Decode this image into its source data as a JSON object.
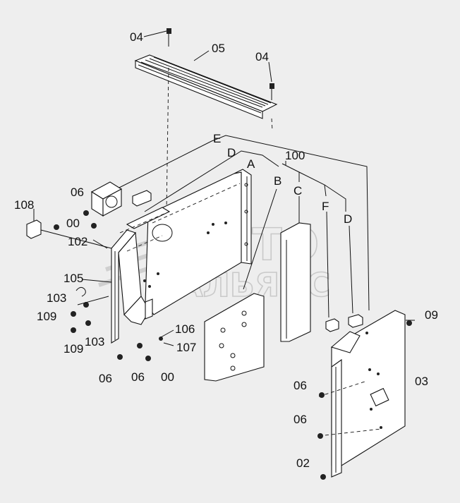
{
  "watermark": {
    "line1": "АВТО",
    "line2": "АЛЬЯНС"
  },
  "labels": {
    "p04a": "04",
    "p05": "05",
    "p04b": "04",
    "pE": "E",
    "pD1": "D",
    "p100": "100",
    "pA": "A",
    "pB": "B",
    "pC": "C",
    "pF": "F",
    "pD2": "D",
    "p06a": "06",
    "p00a": "00",
    "p108": "108",
    "p102": "102",
    "p105": "105",
    "p103a": "103",
    "p109a": "109",
    "p109b": "109",
    "p103b": "103",
    "p106": "106",
    "p107": "107",
    "p06b": "06",
    "p06c": "06",
    "p00b": "00",
    "p09": "09",
    "p03": "03",
    "p06d": "06",
    "p06e": "06",
    "p02": "02"
  }
}
